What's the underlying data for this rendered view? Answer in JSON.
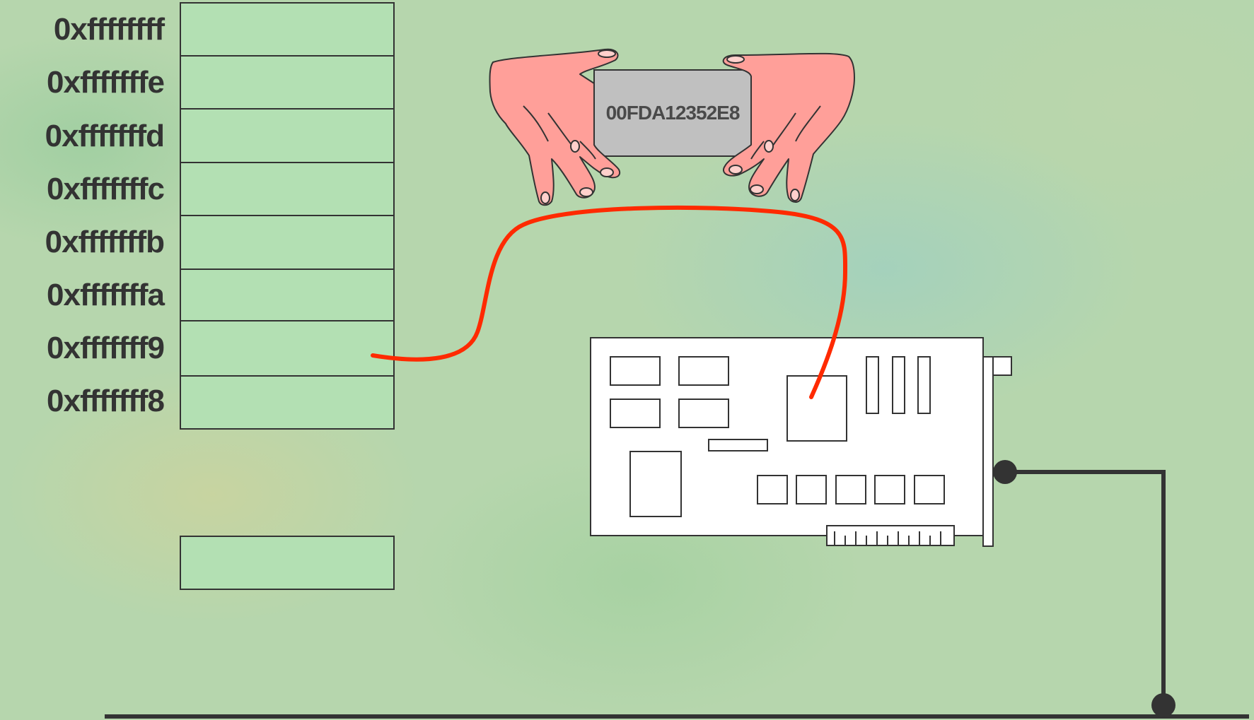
{
  "memory": {
    "addresses": [
      "0xffffffff",
      "0xfffffffe",
      "0xfffffffd",
      "0xfffffffc",
      "0xfffffffb",
      "0xfffffffa",
      "0xfffffff9",
      "0xfffffff8"
    ],
    "cell_color": "#b3e0b3"
  },
  "chip": {
    "label": "00FDA12352E8",
    "color": "#c0c0c0"
  },
  "hands_color": "#ff9f99",
  "wire_color": "#ff2a00",
  "bus_color": "#333333",
  "card_color": "#ffffff"
}
